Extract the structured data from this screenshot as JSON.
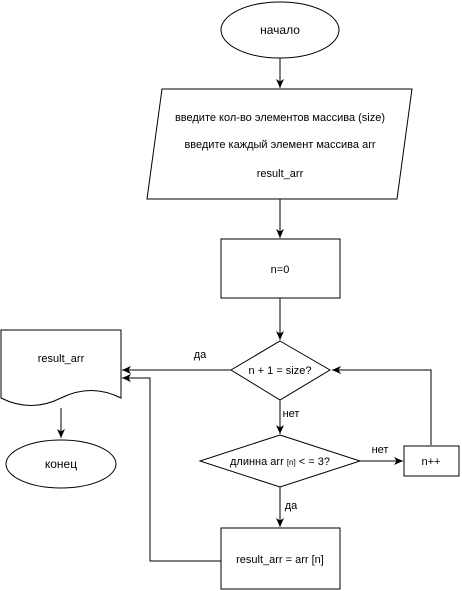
{
  "nodes": {
    "start": "начало",
    "input": {
      "line1": "введите кол-во элементов массива (size)",
      "line2": "введите каждый элемент массива arr",
      "line3": "result_arr"
    },
    "init": "n=0",
    "condition1": "n + 1 = size?",
    "condition2": {
      "prefix": "длинна arr ",
      "index": "[n]",
      "suffix": " < = 3?"
    },
    "assign": "result_arr = arr [n]",
    "increment": "n++",
    "output": "result_arr",
    "end": "конец"
  },
  "edges": {
    "cond1_yes": "да",
    "cond1_no": "нет",
    "cond2_no": "нет",
    "cond2_yes": "да"
  }
}
